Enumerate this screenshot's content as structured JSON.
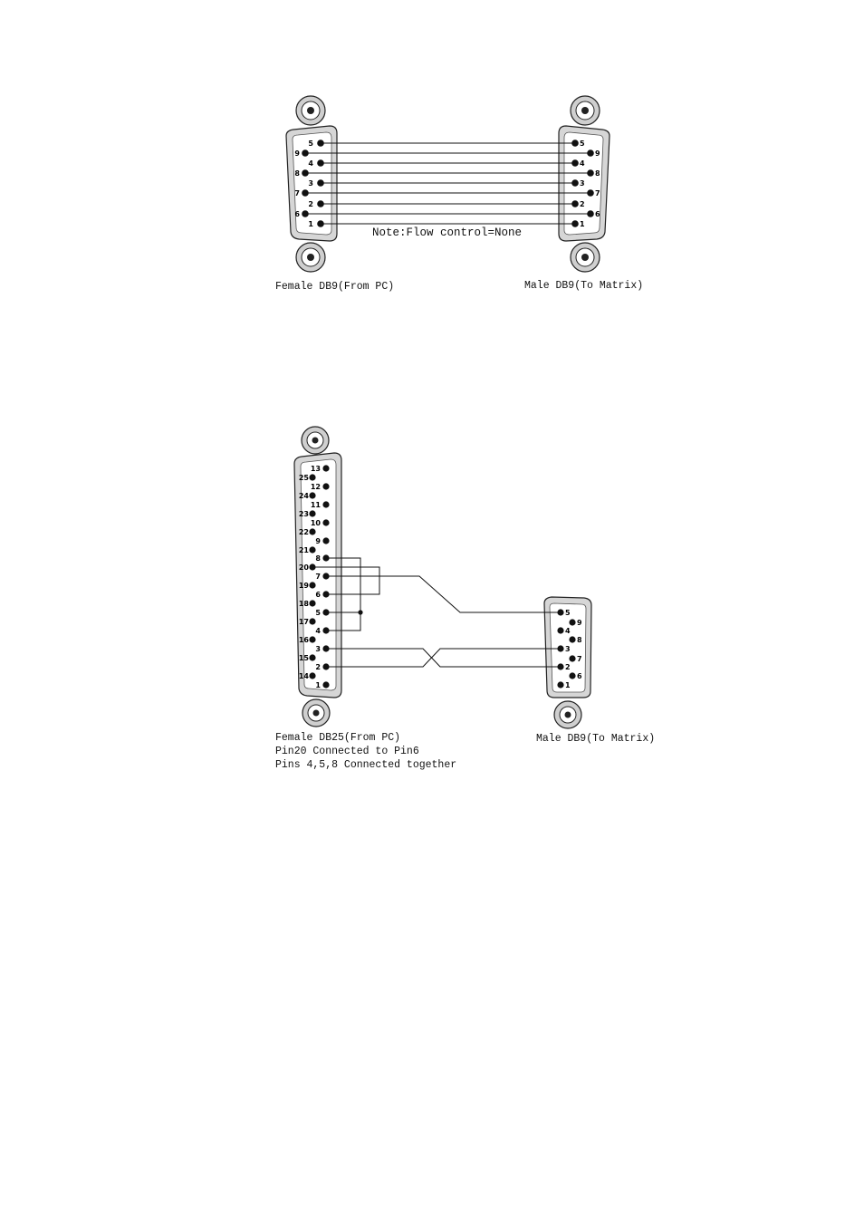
{
  "diagram1": {
    "left_caption": "Female DB9(From PC)",
    "right_caption": "Male DB9(To Matrix)",
    "note": "Note:Flow control=None",
    "left_pins": [
      "5",
      "9",
      "4",
      "8",
      "3",
      "7",
      "2",
      "6",
      "1"
    ],
    "right_pins": [
      "5",
      "9",
      "4",
      "8",
      "3",
      "7",
      "2",
      "6",
      "1"
    ]
  },
  "diagram2": {
    "left_caption": "Female DB25(From PC)",
    "left_note_1": "Pin20 Connected to Pin6",
    "left_note_2": "Pins 4,5,8 Connected together",
    "right_caption": "Male DB9(To Matrix)",
    "left_pins": [
      "13",
      "25",
      "12",
      "24",
      "11",
      "23",
      "10",
      "22",
      "9",
      "21",
      "8",
      "20",
      "7",
      "19",
      "6",
      "18",
      "5",
      "17",
      "4",
      "16",
      "3",
      "15",
      "2",
      "14",
      "1"
    ],
    "right_pins": [
      "5",
      "9",
      "4",
      "8",
      "3",
      "7",
      "2",
      "6",
      "1"
    ]
  },
  "colors": {
    "shell": "#d6d6d6",
    "line": "#111111"
  }
}
